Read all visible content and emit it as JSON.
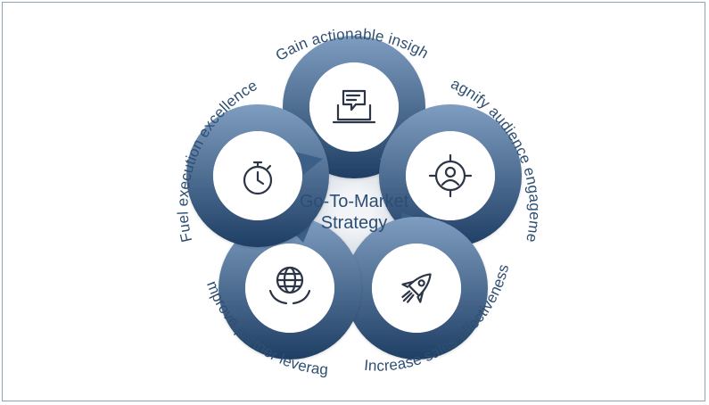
{
  "center": {
    "line1": "Go-To-Market",
    "line2": "Strategy"
  },
  "nodes": [
    {
      "label": "Gain actionable insight",
      "icon": "laptop-chat-icon"
    },
    {
      "label": "Magnify audience engagement",
      "icon": "target-person-icon"
    },
    {
      "label": "Increase sales effectiveness",
      "icon": "rocket-icon"
    },
    {
      "label": "Improve partner leverage",
      "icon": "globe-hands-icon"
    },
    {
      "label": "Fuel execution excellence",
      "icon": "stopwatch-icon"
    }
  ],
  "colors": {
    "ring_light": "#7e9dc0",
    "ring_dark": "#1f3e64",
    "center_light": "#eef1f5",
    "center_dark": "#b9c4d1",
    "label": "#2f4f72",
    "icon": "#2b3546"
  }
}
